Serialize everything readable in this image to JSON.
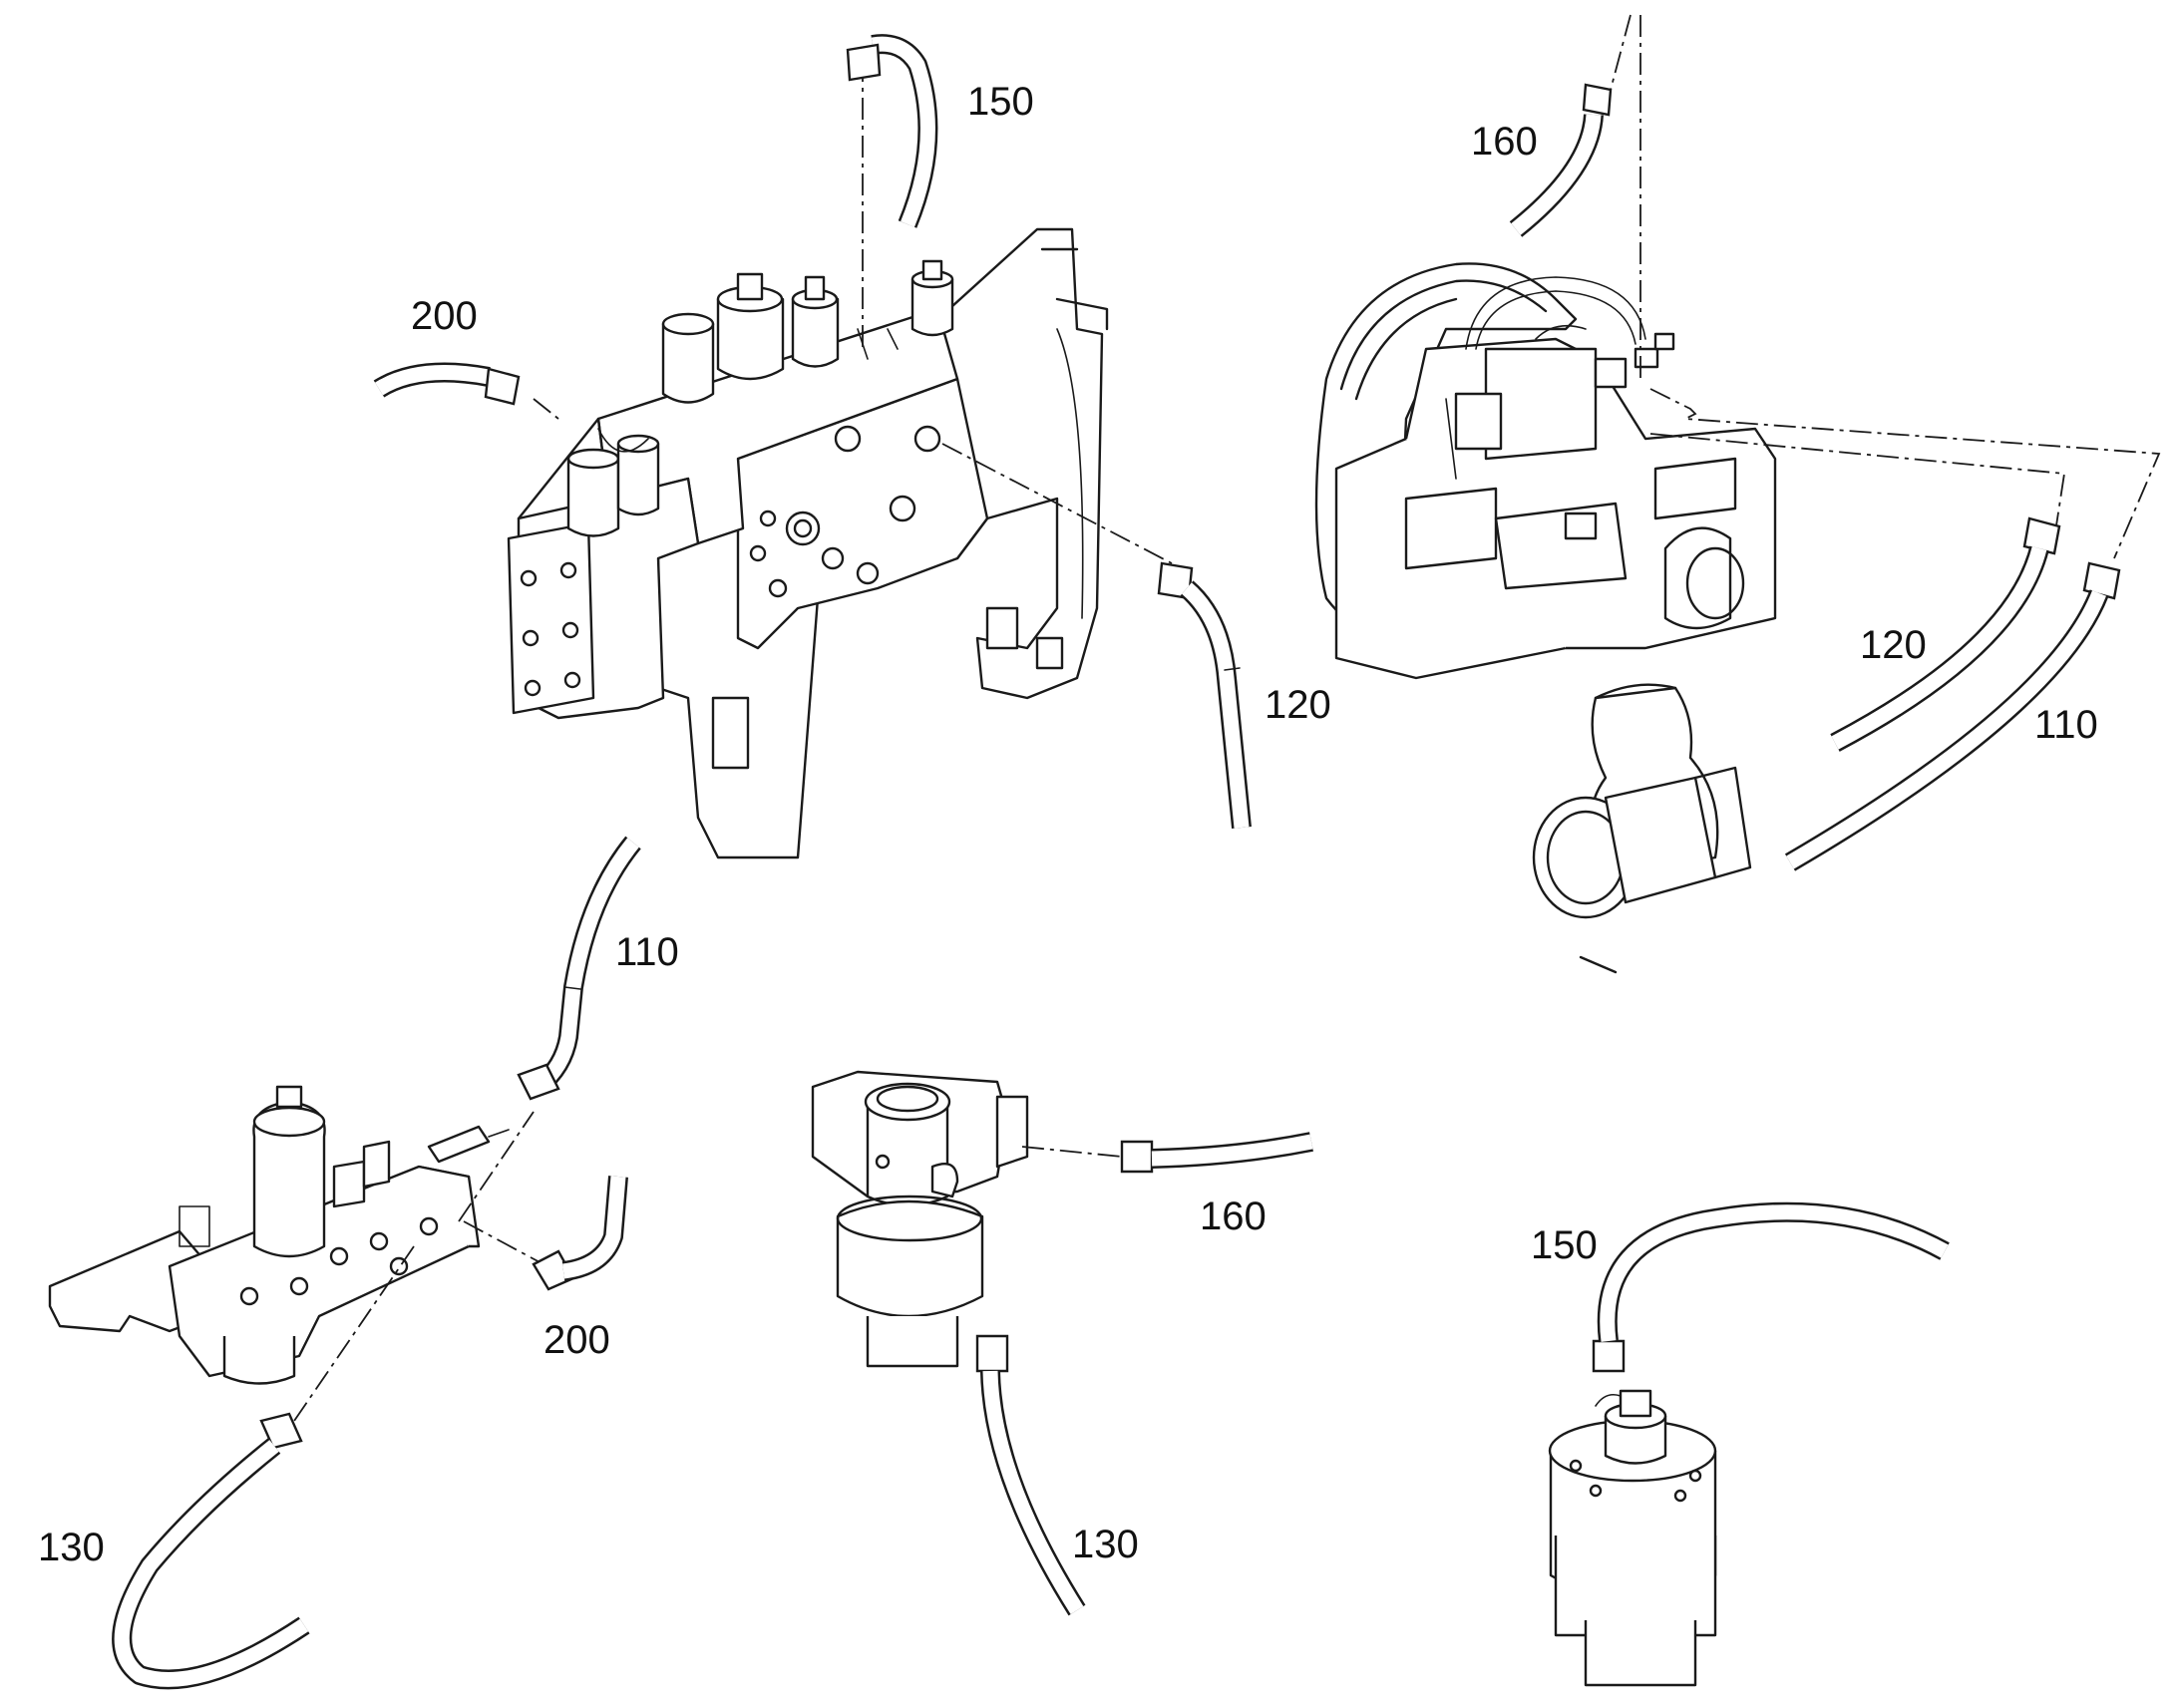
{
  "callouts": {
    "c150_top": "150",
    "c200_top": "200",
    "c120_mid": "120",
    "c160_top": "160",
    "c120_right": "120",
    "c110_right": "110",
    "c110_left": "110",
    "c200_bottom": "200",
    "c160_bottom": "160",
    "c150_bottom": "150",
    "c130_left": "130",
    "c130_center": "130"
  },
  "colors": {
    "line": "#1a1a1a",
    "background": "#ffffff"
  }
}
